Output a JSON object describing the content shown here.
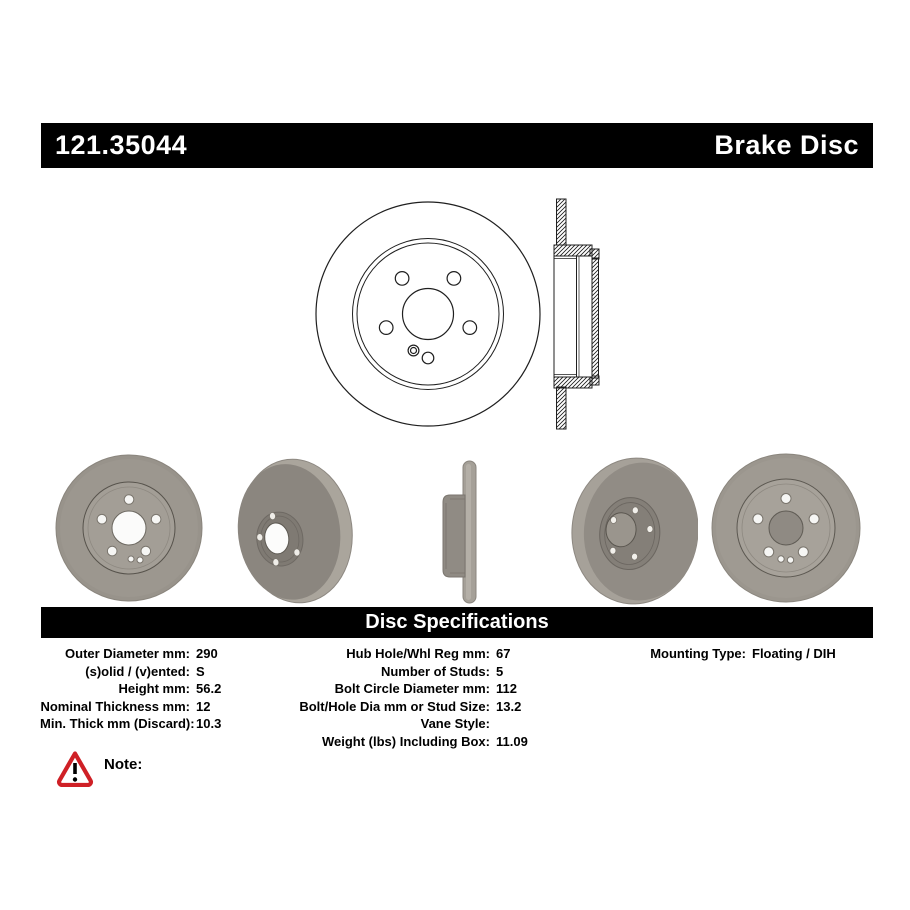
{
  "header": {
    "part_number": "121.35044",
    "product_type": "Brake Disc"
  },
  "drawings": {
    "front_view": "brake-disc-front-line-drawing",
    "cross_section": "brake-disc-cross-section-drawing"
  },
  "photos": [
    {
      "name": "front-view-photo"
    },
    {
      "name": "rear-angle-view-photo"
    },
    {
      "name": "edge-profile-view-photo"
    },
    {
      "name": "front-angle-view-photo"
    },
    {
      "name": "front-view-photo-2"
    }
  ],
  "specifications": {
    "title": "Disc Specifications",
    "columns": [
      {
        "rows": [
          {
            "label": "Outer Diameter mm:",
            "value": "290"
          },
          {
            "label": "(s)olid / (v)ented:",
            "value": "S"
          },
          {
            "label": "Height mm:",
            "value": "56.2"
          },
          {
            "label": "Nominal Thickness mm:",
            "value": "12"
          },
          {
            "label": "Min. Thick mm (Discard):",
            "value": "10.3"
          }
        ]
      },
      {
        "rows": [
          {
            "label": "Hub Hole/Whl Reg mm:",
            "value": "67"
          },
          {
            "label": "Number of Studs:",
            "value": "5"
          },
          {
            "label": "Bolt Circle Diameter mm:",
            "value": "112"
          },
          {
            "label": "Bolt/Hole Dia mm or Stud Size:",
            "value": "13.2"
          },
          {
            "label": "Vane Style:",
            "value": ""
          },
          {
            "label": "Weight (lbs) Including Box:",
            "value": "11.09"
          }
        ]
      },
      {
        "rows": [
          {
            "label": "Mounting Type:",
            "value": "Floating / DIH"
          }
        ]
      }
    ]
  },
  "note": {
    "icon": "warning-triangle-icon",
    "label": "Note:"
  },
  "colors": {
    "bar_background": "#000000",
    "bar_text": "#ffffff",
    "warning_red": "#cf2026",
    "disc_gray": "#98938b"
  }
}
